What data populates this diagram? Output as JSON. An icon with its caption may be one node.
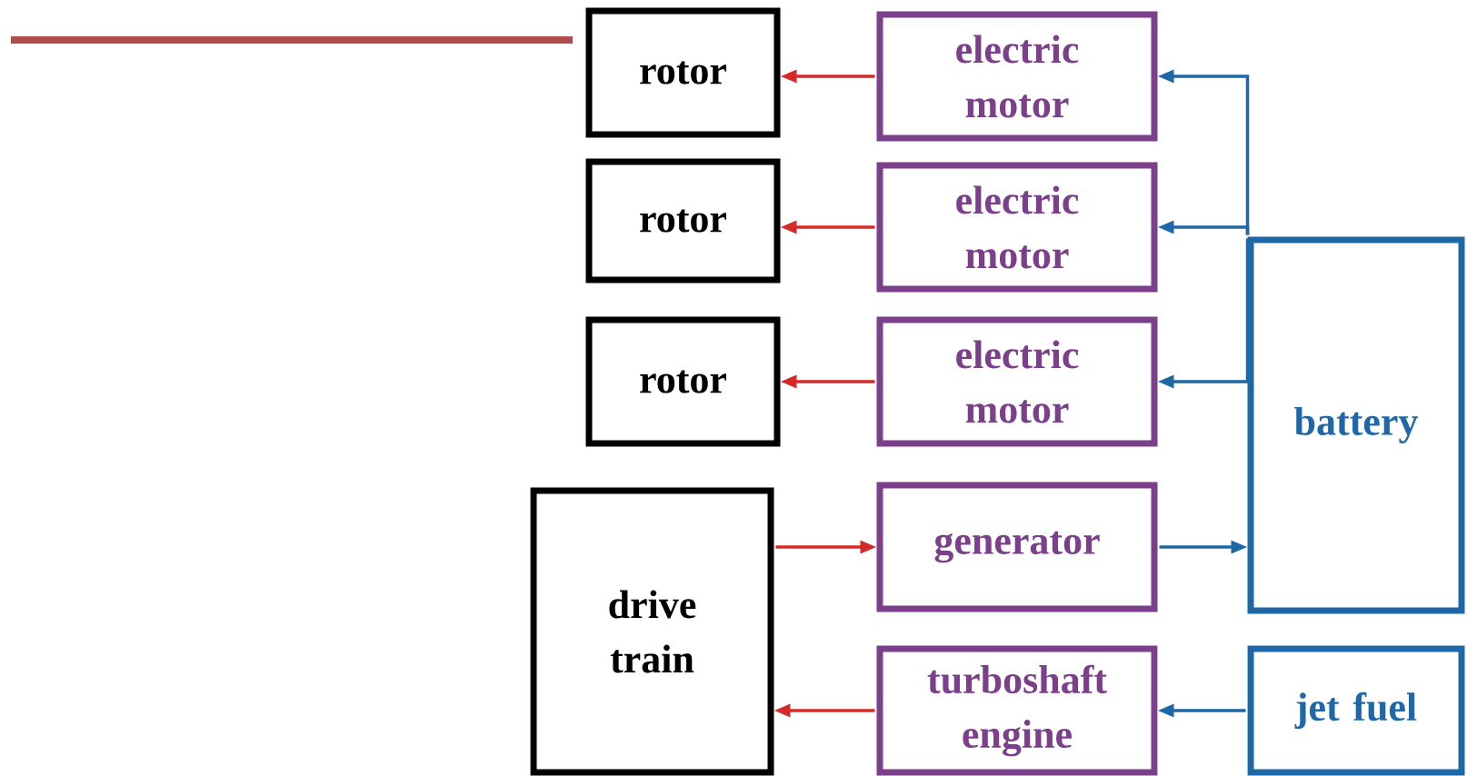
{
  "diagram": {
    "nodes": [
      {
        "text": [
          "rotor"
        ]
      },
      {
        "text": [
          "electric motor"
        ]
      },
      {
        "text": [
          "rotor"
        ]
      },
      {
        "text": [
          "electric motor"
        ]
      },
      {
        "text": [
          "rotor"
        ]
      },
      {
        "text": [
          "electric motor"
        ]
      },
      {
        "text": [
          "battery"
        ]
      },
      {
        "text": [
          "drive train"
        ]
      },
      {
        "text": [
          "generator"
        ]
      },
      {
        "text": [
          "turboshaft engine"
        ]
      },
      {
        "text": [
          "jet fuel"
        ]
      }
    ],
    "edges": [
      {
        "from": 1,
        "to": 0,
        "arrow": "to",
        "color": "#d42a2a"
      },
      {
        "from": 3,
        "to": 2,
        "arrow": "to",
        "color": "#d42a2a"
      },
      {
        "from": 5,
        "to": 4,
        "arrow": "to",
        "color": "#d42a2a"
      },
      {
        "from": 6,
        "to": 1,
        "arrow": "to",
        "color": "#1f68a8"
      },
      {
        "from": 6,
        "to": 3,
        "arrow": "to",
        "color": "#1f68a8"
      },
      {
        "from": 6,
        "to": 5,
        "arrow": "to",
        "color": "#1f68a8"
      },
      {
        "from": 7,
        "to": 8,
        "arrow": "to",
        "color": "#d42a2a"
      },
      {
        "from": 8,
        "to": 6,
        "arrow": "to",
        "color": "#1f68a8"
      },
      {
        "from": 10,
        "to": 9,
        "arrow": "to",
        "color": "#1f68a8"
      },
      {
        "from": 9,
        "to": 7,
        "arrow": "to",
        "color": "#d42a2a"
      }
    ]
  }
}
